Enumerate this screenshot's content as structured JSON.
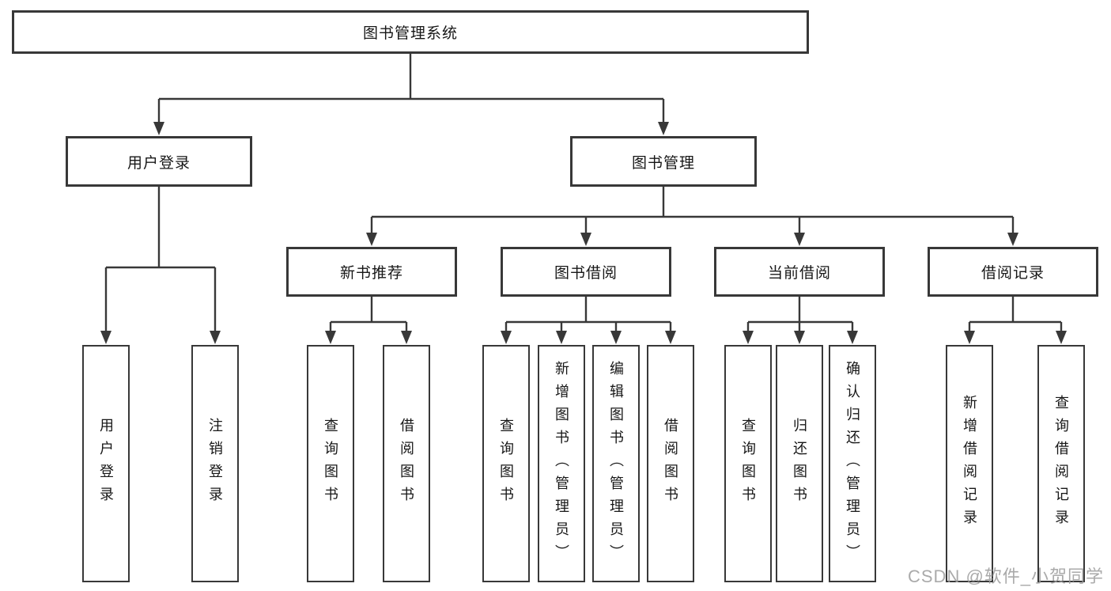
{
  "title": "图书管理系统",
  "level2": {
    "user": {
      "label": "用户登录",
      "children": {
        "login": "用户登录",
        "logout": "注销登录"
      }
    },
    "books": {
      "label": "图书管理"
    }
  },
  "level3": {
    "recommend": {
      "label": "新书推荐",
      "children": {
        "query": "查询图书",
        "borrow": "借阅图书"
      }
    },
    "borrow": {
      "label": "图书借阅",
      "children": {
        "query": "查询图书",
        "add": "新增图书（管理员）",
        "edit": "编辑图书（管理员）",
        "borrow": "借阅图书"
      }
    },
    "current": {
      "label": "当前借阅",
      "children": {
        "query": "查询图书",
        "return": "归还图书",
        "confirm": "确认归还（管理员）"
      }
    },
    "records": {
      "label": "借阅记录",
      "children": {
        "add": "新增借阅记录",
        "query": "查询借阅记录"
      }
    }
  },
  "watermark": "CSDN @软件_小贺同学",
  "colors": {
    "line": "#383838",
    "box_border": "#383838",
    "box_bg": "#ffffff",
    "text": "#171717",
    "watermark": "#9b9b9b"
  }
}
